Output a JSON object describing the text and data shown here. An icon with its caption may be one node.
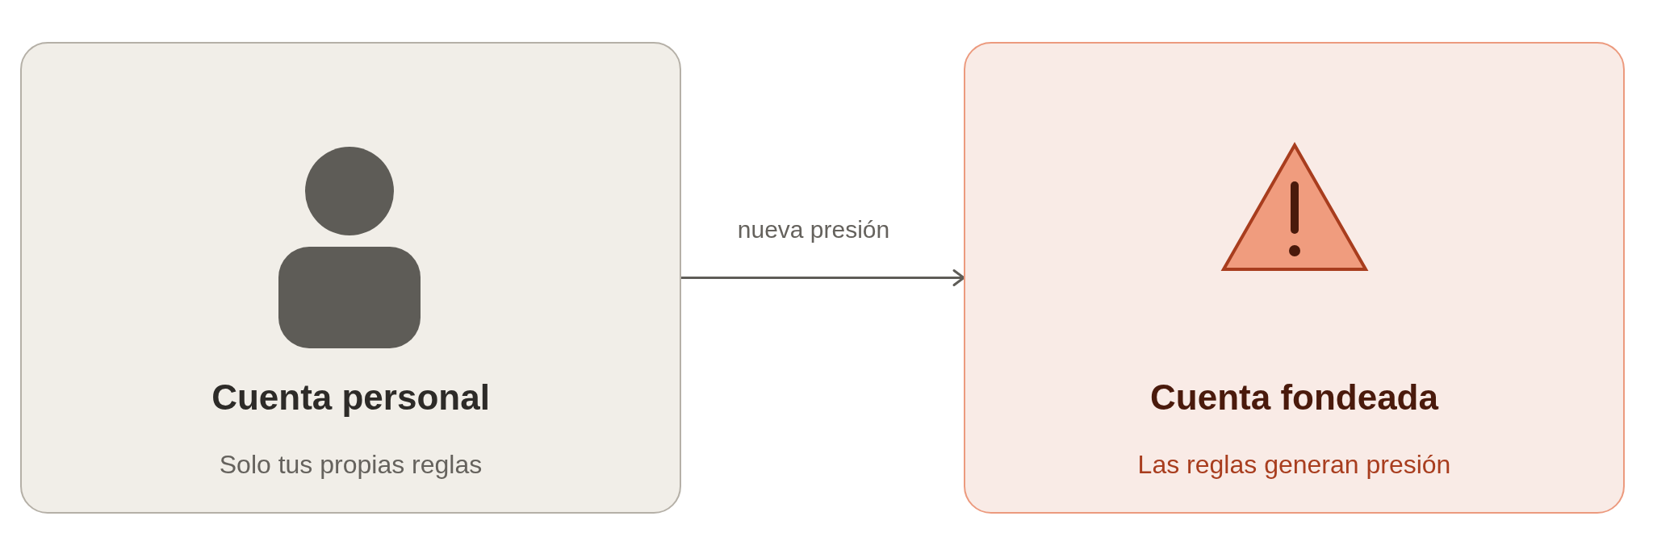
{
  "diagram": {
    "nodes": [
      {
        "text": [
          "Cuenta personal",
          "Solo tus propias reglas"
        ]
      },
      {
        "text": [
          "Cuenta fondeada",
          "Las reglas generan presión"
        ]
      }
    ],
    "edges": [
      {
        "from": 0,
        "to": 1,
        "arrow": "to",
        "label": "nueva presión"
      }
    ]
  }
}
